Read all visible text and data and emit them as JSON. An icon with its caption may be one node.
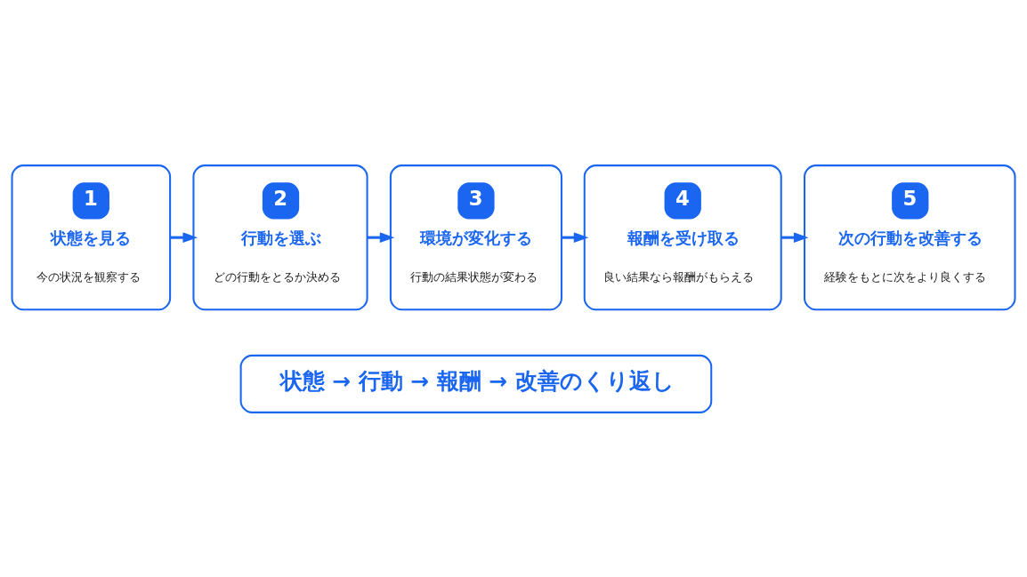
{
  "diagram": {
    "nodes": [
      {
        "text": [
          "1",
          "状態を見る",
          "今の状況を観察する"
        ]
      },
      {
        "text": [
          "2",
          "行動を選ぶ",
          "どの行動をとるか決める"
        ]
      },
      {
        "text": [
          "3",
          "環境が変化する",
          "行動の結果状態が変わる"
        ]
      },
      {
        "text": [
          "4",
          "報酬を受け取る",
          "良い結果なら報酬がもらえる"
        ]
      },
      {
        "text": [
          "5",
          "次の行動を改善する",
          "経験をもとに次をより良くする"
        ]
      },
      {
        "text": [
          "状態 → 行動 → 報酬 → 改善のくり返し"
        ]
      }
    ],
    "edges": [
      {
        "from": 0,
        "to": 1,
        "arrow": "to"
      },
      {
        "from": 1,
        "to": 2,
        "arrow": "to"
      },
      {
        "from": 2,
        "to": 3,
        "arrow": "to"
      },
      {
        "from": 3,
        "to": 4,
        "arrow": "to"
      }
    ]
  }
}
